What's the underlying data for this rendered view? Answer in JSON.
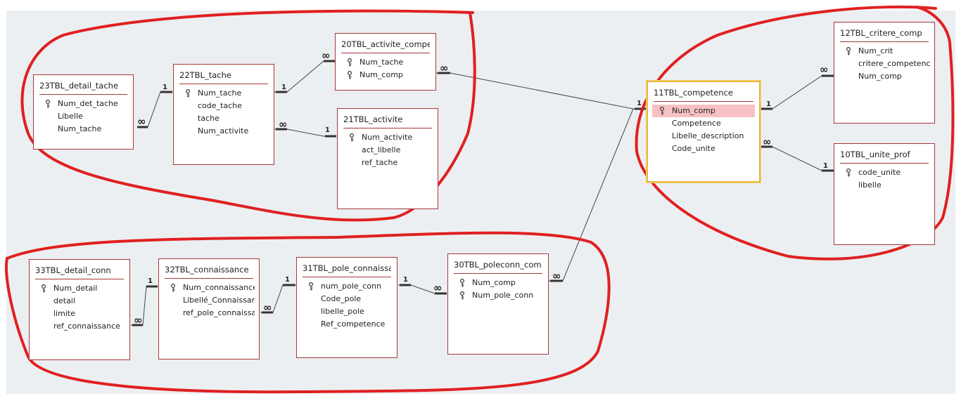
{
  "tables": {
    "t23": {
      "title": "23TBL_detail_tache",
      "fields": [
        {
          "name": "Num_det_tache",
          "key": true
        },
        {
          "name": "Libelle",
          "key": false
        },
        {
          "name": "Num_tache",
          "key": false
        }
      ]
    },
    "t22": {
      "title": "22TBL_tache",
      "fields": [
        {
          "name": "Num_tache",
          "key": true
        },
        {
          "name": "code_tache",
          "key": false
        },
        {
          "name": "tache",
          "key": false
        },
        {
          "name": "Num_activite",
          "key": false
        }
      ]
    },
    "t20": {
      "title": "20TBL_activite_compe...",
      "fields": [
        {
          "name": "Num_tache",
          "key": true
        },
        {
          "name": "Num_comp",
          "key": true
        }
      ]
    },
    "t21": {
      "title": "21TBL_activite",
      "fields": [
        {
          "name": "Num_activite",
          "key": true
        },
        {
          "name": "act_libelle",
          "key": false
        },
        {
          "name": "ref_tache",
          "key": false
        }
      ]
    },
    "t11": {
      "title": "11TBL_competence",
      "fields": [
        {
          "name": "Num_comp",
          "key": true
        },
        {
          "name": "Competence",
          "key": false
        },
        {
          "name": "Libelle_description",
          "key": false
        },
        {
          "name": "Code_unite",
          "key": false
        }
      ]
    },
    "t12": {
      "title": "12TBL_critere_comp",
      "fields": [
        {
          "name": "Num_crit",
          "key": true
        },
        {
          "name": "critere_competence",
          "key": false
        },
        {
          "name": "Num_comp",
          "key": false
        }
      ]
    },
    "t10": {
      "title": "10TBL_unite_prof",
      "fields": [
        {
          "name": "code_unite",
          "key": true
        },
        {
          "name": "libelle",
          "key": false
        }
      ]
    },
    "t33": {
      "title": "33TBL_detail_conn",
      "fields": [
        {
          "name": "Num_detail",
          "key": true
        },
        {
          "name": "detail",
          "key": false
        },
        {
          "name": "limite",
          "key": false
        },
        {
          "name": "ref_connaissance",
          "key": false
        }
      ]
    },
    "t32": {
      "title": "32TBL_connaissance",
      "fields": [
        {
          "name": "Num_connaissance",
          "key": true
        },
        {
          "name": "Libellé_Connaissance",
          "key": false
        },
        {
          "name": "ref_pole_connaissan",
          "key": false
        }
      ]
    },
    "t31": {
      "title": "31TBL_pole_connaissa...",
      "fields": [
        {
          "name": "num_pole_conn",
          "key": true
        },
        {
          "name": "Code_pole",
          "key": false
        },
        {
          "name": "libelle_pole",
          "key": false
        },
        {
          "name": "Ref_competence",
          "key": false
        }
      ]
    },
    "t30": {
      "title": "30TBL_poleconn_com...",
      "fields": [
        {
          "name": "Num_comp",
          "key": true
        },
        {
          "name": "Num_pole_conn",
          "key": true
        }
      ]
    }
  },
  "relationship_labels": {
    "one": "1",
    "many": "∞"
  },
  "colors": {
    "border": "#a4373a",
    "selected": "#e8b73a",
    "highlight": "#f7c1c3",
    "annotation": "#e02020"
  }
}
